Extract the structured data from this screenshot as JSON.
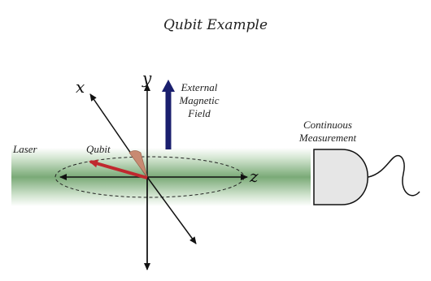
{
  "title": "Qubit Example",
  "labels": {
    "laser": "Laser",
    "qubit": "Qubit",
    "field": [
      "External",
      "Magnetic",
      "Field"
    ],
    "measurement": [
      "Continuous",
      "Measurement"
    ],
    "axis_x": "x",
    "axis_y": "y",
    "axis_z": "z"
  },
  "colors": {
    "beam": "#6fa06c",
    "field_arrow": "#1a1f6e",
    "qubit_arrow": "#c0282e",
    "qubit_cone": "#c88a72",
    "detector_fill": "#e6e6e6",
    "axes": "#111111"
  }
}
